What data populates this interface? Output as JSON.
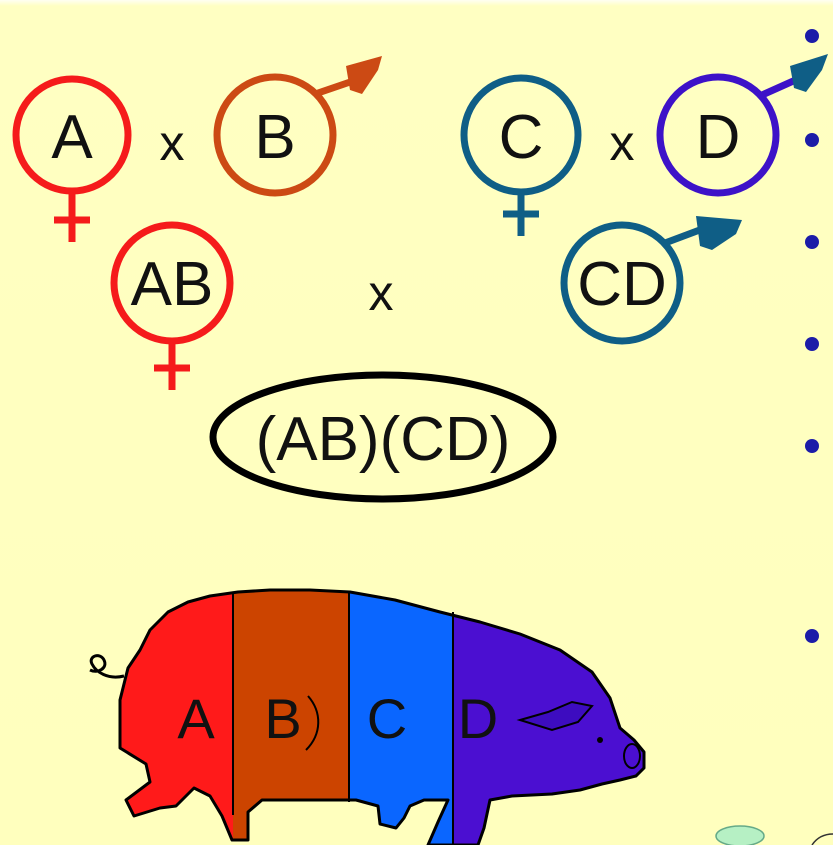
{
  "parents_row": {
    "a_label": "A",
    "b_label": "B",
    "c_label": "C",
    "d_label": "D",
    "cross_left": "x",
    "cross_right": "x"
  },
  "hybrids_row": {
    "ab_label": "AB",
    "cd_label": "CD",
    "cross": "x"
  },
  "offspring": {
    "label": "(AB)(CD)"
  },
  "pig": {
    "segments": [
      {
        "label": "A",
        "color": "#ff1a1a"
      },
      {
        "label": "B",
        "color": "#cc4400"
      },
      {
        "label": "C",
        "color": "#0a66ff"
      },
      {
        "label": "D",
        "color": "#4b0fd1"
      }
    ]
  },
  "colors": {
    "background": "#ffffc0",
    "a_red": "#f51b1b",
    "b_orange": "#cc4a14",
    "c_teal": "#0f5e86",
    "d_purple": "#3d12c8",
    "bullet": "#1c1ca8"
  }
}
